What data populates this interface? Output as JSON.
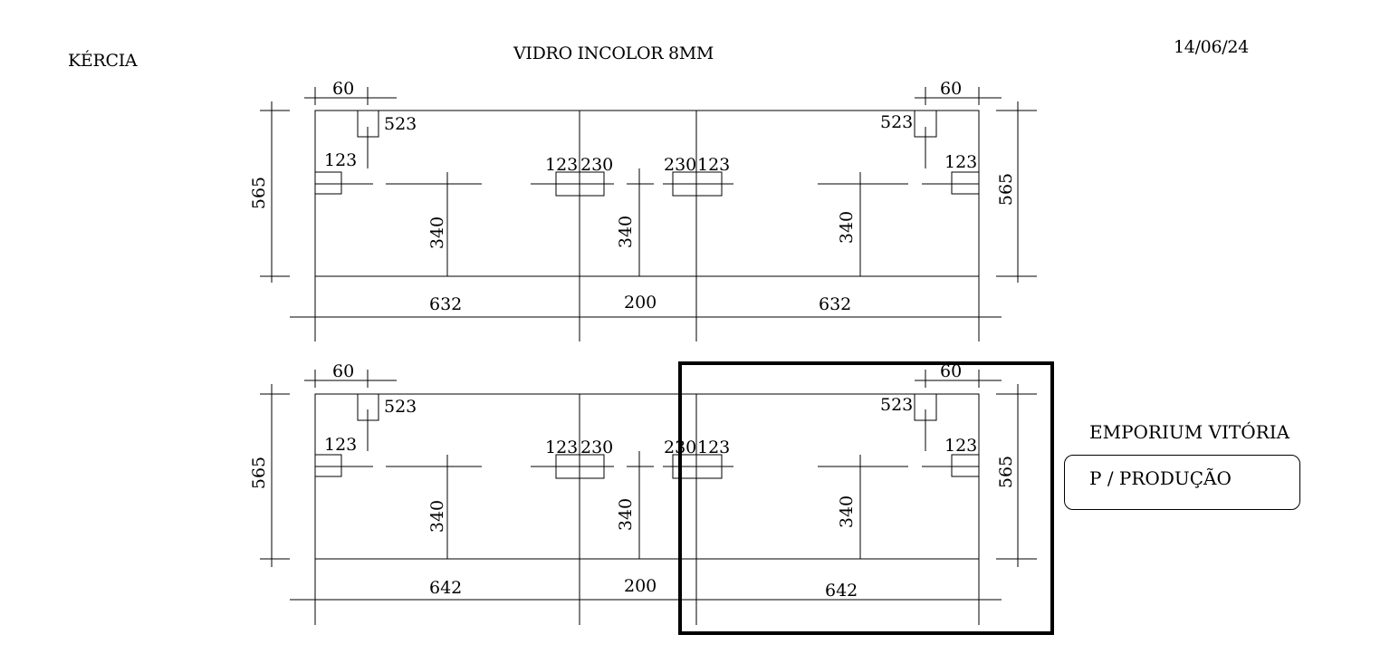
{
  "header": {
    "client": "KÉRCIA",
    "material": "VIDRO INCOLOR 8MM",
    "date": "14/06/24"
  },
  "panels": [
    {
      "height": "565",
      "hole_edge_offset": "60",
      "hole_depth": "523",
      "notch_height": "123",
      "notch_width": "230",
      "center_height": "340",
      "left_width": "632",
      "middle_width": "200",
      "right_width": "632"
    },
    {
      "height": "565",
      "hole_edge_offset": "60",
      "hole_depth": "523",
      "notch_height": "123",
      "notch_width": "230",
      "center_height": "340",
      "left_width": "642",
      "middle_width": "200",
      "right_width": "642"
    }
  ],
  "sidebar": {
    "title": "EMPORIUM VITÓRIA",
    "box_label": "P / PRODUÇÃO"
  }
}
